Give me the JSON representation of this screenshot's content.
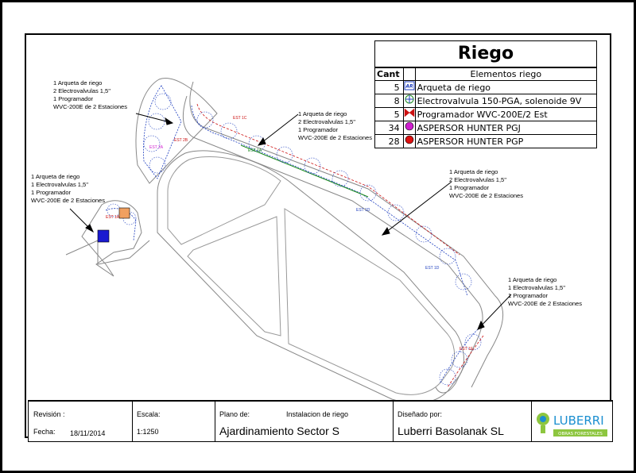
{
  "legend": {
    "title": "Riego",
    "header": {
      "qty": "Cant",
      "description": "Elementos riego"
    },
    "items": [
      {
        "qty": "5",
        "symbol": "AR",
        "symbol_icon": "arqueta-icon",
        "label": "Arqueta de riego",
        "color": "#1f3fbf"
      },
      {
        "qty": "8",
        "symbol": "",
        "symbol_icon": "electrovalvula-icon",
        "label": "Electrovalvula 150-PGA, solenoide 9V",
        "color": "#1a8a1a"
      },
      {
        "qty": "5",
        "symbol": "",
        "symbol_icon": "programador-icon",
        "label": "Programador WVC-200E/2 Est",
        "color": "#cc1111"
      },
      {
        "qty": "34",
        "symbol": "",
        "symbol_icon": "aspersor-pgj-icon",
        "label": "ASPERSOR HUNTER PGJ",
        "color": "#d020d0"
      },
      {
        "qty": "28",
        "symbol": "",
        "symbol_icon": "aspersor-pgp-icon",
        "label": "ASPERSOR HUNTER PGP",
        "color": "#dd1111"
      }
    ]
  },
  "notes": {
    "top_left": [
      "1 Arqueta de riego",
      "2 Electrovalvulas 1,5''",
      "1 Programador",
      "WVC-200E de 2 Estaciones"
    ],
    "left": [
      "1 Arqueta de riego",
      "1 Electrovalvulas 1,5''",
      "1 Programador",
      "WVC-200E de 2 Estaciones"
    ],
    "center": [
      "1 Arqueta de riego",
      "2 Electrovalvulas 1,5''",
      "1 Programador",
      "WVC-200E de 2 Estaciones"
    ],
    "right": [
      "1 Arqueta de riego",
      "2 Electrovalvulas 1,5''",
      "1 Programador",
      "WVC-200E de 2 Estaciones"
    ],
    "bottom_right": [
      "1 Arqueta de riego",
      "1 Electrovalvulas 1,5''",
      "1 Programador",
      "WVC-200E de 2 Estaciones"
    ]
  },
  "titleblock": {
    "revision_label": "Revisión :",
    "fecha_label": "Fecha:",
    "fecha_value": "18/11/2014",
    "escala_label": "Escala:",
    "escala_value": "1:1250",
    "plano_label": "Plano de:",
    "plano_subject": "Instalacion de riego",
    "plano_title": "Ajardinamiento Sector S",
    "disenado_label": "Diseñado por:",
    "disenado_value": "Luberri Basolanak SL",
    "logo_text": "LUBERRI",
    "logo_subtext": "OBRAS FORESTALES",
    "logo_color": "#1b8fd0",
    "logo_green": "#8dc63f"
  }
}
